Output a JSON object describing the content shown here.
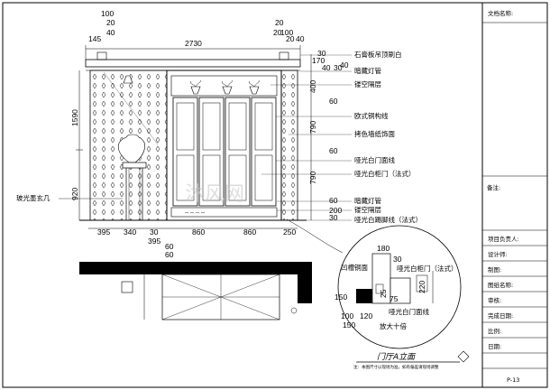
{
  "title_block": {
    "header": "文档名称:",
    "notes_label": "备注:",
    "fields": [
      "项目负责人:",
      "设计师:",
      "制图:",
      "图纸名称:",
      "审核:",
      "完成日期:",
      "比例:",
      "日期:"
    ],
    "sheet_no": "P-13"
  },
  "drawing": {
    "title": "门厅A立面",
    "subtitle": "注：本图尺寸以现场为准，如有偏差请现场调整"
  },
  "dims_top": [
    "100",
    "20",
    "40",
    "145",
    "20",
    "20",
    "100",
    "20",
    "40",
    "2730"
  ],
  "dims_left": [
    "1590",
    "920"
  ],
  "dims_right": [
    "30",
    "170",
    "40",
    "30",
    "40",
    "400",
    "60",
    "790",
    "60",
    "790",
    "60",
    "200",
    "30"
  ],
  "dims_bottom": [
    "395",
    "340",
    "30",
    "395",
    "860",
    "860",
    "250",
    "60",
    "60"
  ],
  "annotations_right": [
    "石膏板吊顶刷白",
    "暗藏灯管",
    "镂空隔层",
    "欧式铜构线",
    "拷色墙纸饰面",
    "哑光白门面线",
    "哑光白柜门（法式）",
    "暗藏灯管",
    "镂空隔层",
    "哑光白踢脚线（法式）"
  ],
  "annotation_left": "玻光墨玄几",
  "detail": {
    "labels": [
      "凹槽铜面",
      "哑光白柜门（法式）",
      "哑光白门面线",
      "放大十倍"
    ],
    "dims": [
      "180",
      "30",
      "75",
      "150",
      "100",
      "120",
      "150",
      "220",
      "25",
      "75"
    ]
  },
  "watermark": "沐风网"
}
